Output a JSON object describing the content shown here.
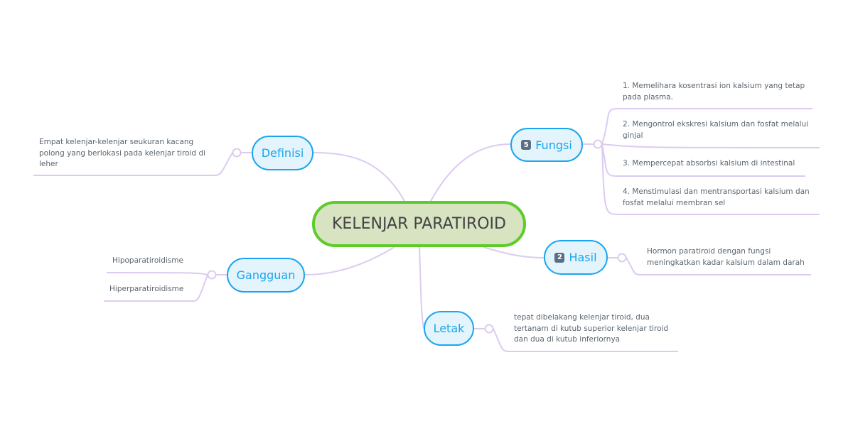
{
  "central_topic": "KELENJAR PARATIROID",
  "branches": {
    "definisi": {
      "label": "Definisi",
      "children": [
        "Empat kelenjar-kelenjar seukuran kacang polong yang berlokasi  pada kelenjar tiroid di leher"
      ]
    },
    "fungsi": {
      "label": "Fungsi",
      "badge": "5",
      "children": [
        "1. Memelihara kosentrasi ion kalsium yang tetap pada plasma.",
        "2. Mengontrol ekskresi kalsium dan fosfat melalui ginjal",
        "3. Mempercepat absorbsi kalsium di intestinal",
        "4. Menstimulasi dan mentransportasi kalsium dan fosfat melalui membran sel"
      ]
    },
    "hasil": {
      "label": "Hasil",
      "badge": "2",
      "children": [
        "Hormon paratiroid dengan fungsi meningkatkan kadar kalsium dalam darah"
      ]
    },
    "gangguan": {
      "label": "Gangguan",
      "children": [
        "Hipoparatiroidisme",
        "Hiperparatiroidisme"
      ]
    },
    "letak": {
      "label": "Letak",
      "children": [
        "tepat dibelakang kelenjar tiroid, dua tertanam di kutub superior kelenjar tiroid dan dua di kutub inferiornya"
      ]
    }
  },
  "colors": {
    "connector": "#dccbf0",
    "topic_border": "#1aa5ee",
    "topic_fill": "#e3f4fd",
    "center_border": "#5ccc2a",
    "center_fill": "#d8e3c2"
  }
}
